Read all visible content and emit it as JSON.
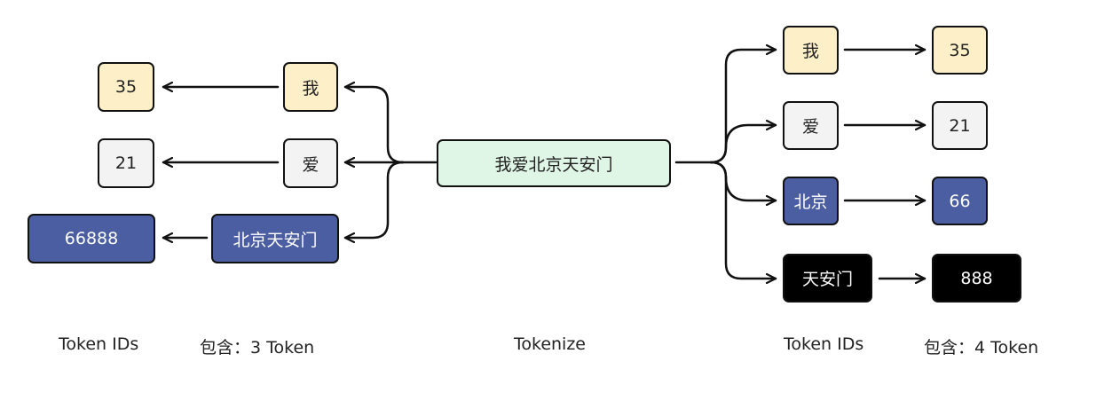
{
  "center": {
    "text": "我爱北京天安门",
    "caption": "Tokenize"
  },
  "left": {
    "tokens": [
      "我",
      "爱",
      "北京天安门"
    ],
    "ids": [
      "35",
      "21",
      "66888"
    ],
    "ids_caption": "Token IDs",
    "count_caption": "包含：3 Token"
  },
  "right": {
    "tokens": [
      "我",
      "爱",
      "北京",
      "天安门"
    ],
    "ids": [
      "35",
      "21",
      "66",
      "888"
    ],
    "ids_caption": "Token IDs",
    "count_caption": "包含：4 Token"
  },
  "colors": {
    "yellow": "#fdf0c8",
    "gray": "#f3f3f3",
    "blue": "#4b5ea2",
    "black": "#000000",
    "green": "#dff5e6"
  }
}
